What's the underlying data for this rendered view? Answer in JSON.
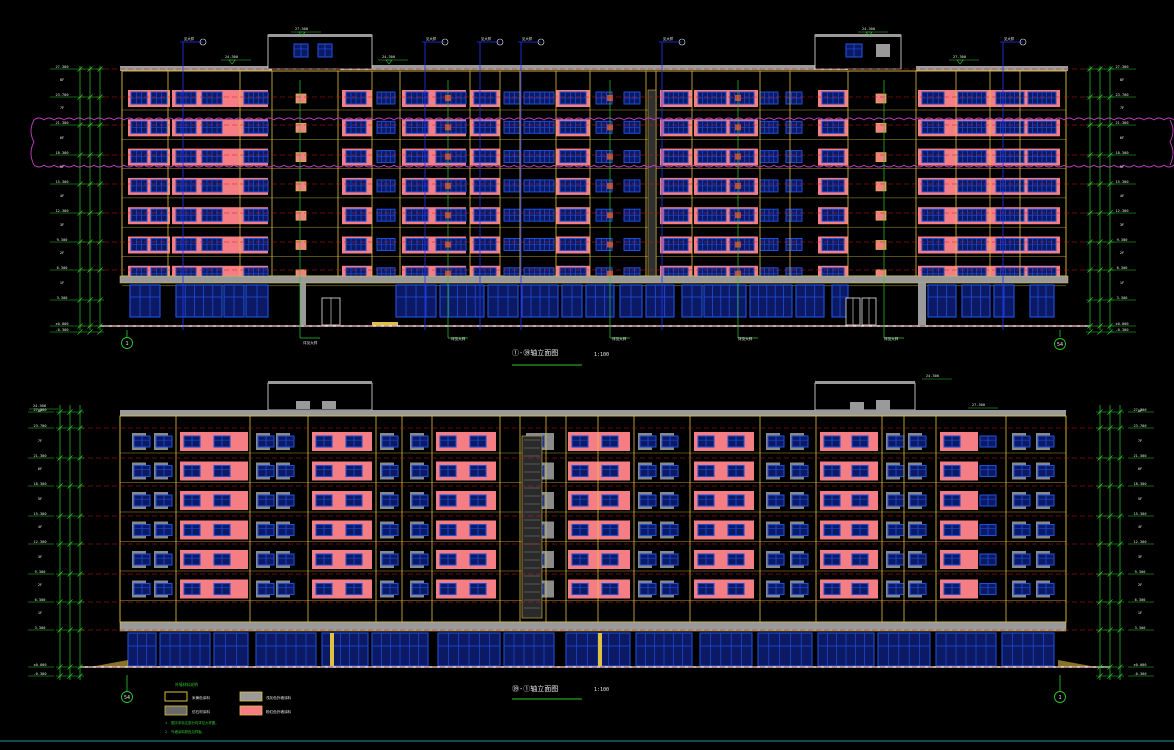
{
  "colors": {
    "background": "#000000",
    "wall_pink": "#f47e84",
    "window_blue": "#1f4ed8",
    "frame_yellow": "#e0c040",
    "grid_red": "#d81818",
    "dim_green": "#2ec82e",
    "leader_blue": "#2233ff",
    "cloud_magenta": "#c040c0",
    "roof_gray": "#9a9a9a",
    "text_white": "#e8e8e8"
  },
  "elevations": [
    {
      "title": "①-㊴轴立面图",
      "scale": "1:100",
      "axis_start": "1",
      "axis_end": "54",
      "floor_tags": [
        "8F",
        "7F",
        "6F",
        "5F",
        "4F",
        "3F",
        "2F",
        "1F"
      ],
      "level_values": [
        "27.300",
        "23.700",
        "21.300",
        "18.300",
        "15.300",
        "12.300",
        "9.300",
        "6.300",
        "3.300",
        "±0.000",
        "-0.300"
      ],
      "roof_levels": [
        "27.300",
        "24.300",
        "24.300",
        "24.300",
        "27.300"
      ],
      "callouts": [
        "见大样",
        "见大样",
        "见大样",
        "见大样",
        "见大样",
        "见大样",
        "见大样"
      ],
      "bottom_notes": [
        "详见大样",
        "详见大样",
        "详见大样",
        "详见大样",
        "详见大样"
      ]
    },
    {
      "title": "㊴-①轴立面图",
      "scale": "1:100",
      "axis_start": "54",
      "axis_end": "1",
      "floor_tags": [
        "8F",
        "7F",
        "6F",
        "5F",
        "4F",
        "3F",
        "2F",
        "1F"
      ],
      "level_values": [
        "27.300",
        "23.700",
        "21.300",
        "18.300",
        "15.300",
        "12.300",
        "9.300",
        "6.300",
        "3.300",
        "±0.000",
        "-0.300"
      ],
      "roof_levels": [
        "24.300",
        "24.300",
        "27.300"
      ]
    }
  ],
  "legend": {
    "heading": "外墙材料说明",
    "items": [
      {
        "label": "米黄色涂料"
      },
      {
        "label": "浅灰色外墙涂料"
      },
      {
        "label": "仿石材涂料"
      },
      {
        "label": "粉红色外墙涂料"
      }
    ],
    "notes": [
      "1. 图中未标注部分均详见大样图。",
      "2. 外墙涂料颜色见样板。"
    ]
  }
}
